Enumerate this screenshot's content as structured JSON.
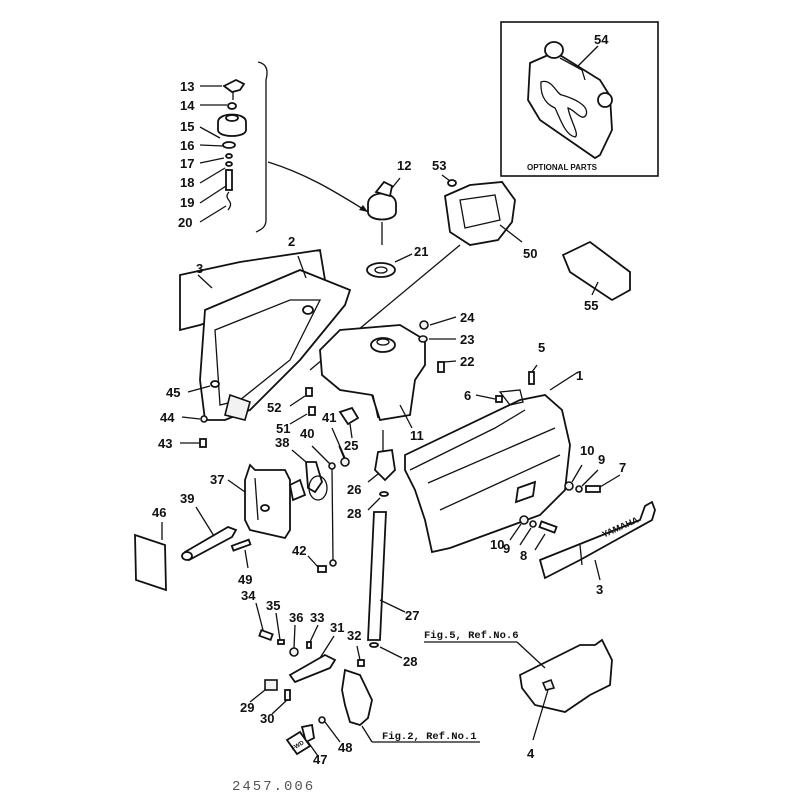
{
  "diagram": {
    "title": "Fuel tank and cowling parts diagram",
    "optional_box": {
      "label": "OPTIONAL PARTS",
      "part": "54"
    },
    "references": [
      {
        "id": "ref-fig5",
        "text": "Fig.5, Ref.No.6"
      },
      {
        "id": "ref-fig2",
        "text": "Fig.2, Ref.No.1"
      }
    ],
    "brand_text": "YAMAHA",
    "fwd_badge": "FWD",
    "footer_code": "2457.006",
    "part_numbers": [
      "1",
      "2",
      "3",
      "3",
      "4",
      "5",
      "6",
      "7",
      "8",
      "9",
      "9",
      "10",
      "10",
      "11",
      "12",
      "13",
      "14",
      "15",
      "16",
      "17",
      "18",
      "19",
      "20",
      "21",
      "22",
      "23",
      "24",
      "25",
      "26",
      "27",
      "28",
      "28",
      "29",
      "30",
      "31",
      "32",
      "33",
      "34",
      "35",
      "36",
      "37",
      "38",
      "39",
      "40",
      "41",
      "42",
      "43",
      "44",
      "45",
      "46",
      "47",
      "48",
      "49",
      "50",
      "51",
      "52",
      "53",
      "54",
      "55"
    ]
  },
  "labels": {
    "p1": "1",
    "p2": "2",
    "p3a": "3",
    "p3b": "3",
    "p4": "4",
    "p5": "5",
    "p6": "6",
    "p7": "7",
    "p8": "8",
    "p9a": "9",
    "p9b": "9",
    "p10a": "10",
    "p10b": "10",
    "p11": "11",
    "p12": "12",
    "p13": "13",
    "p14": "14",
    "p15": "15",
    "p16": "16",
    "p17": "17",
    "p18": "18",
    "p19": "19",
    "p20": "20",
    "p21": "21",
    "p22": "22",
    "p23": "23",
    "p24": "24",
    "p25": "25",
    "p26": "26",
    "p27": "27",
    "p28a": "28",
    "p28b": "28",
    "p29": "29",
    "p30": "30",
    "p31": "31",
    "p32": "32",
    "p33": "33",
    "p34": "34",
    "p35": "35",
    "p36": "36",
    "p37": "37",
    "p38": "38",
    "p39": "39",
    "p40": "40",
    "p41": "41",
    "p42": "42",
    "p43": "43",
    "p44": "44",
    "p45": "45",
    "p46": "46",
    "p47": "47",
    "p48": "48",
    "p49": "49",
    "p50": "50",
    "p51": "51",
    "p52": "52",
    "p53": "53",
    "p54": "54",
    "p55": "55"
  }
}
